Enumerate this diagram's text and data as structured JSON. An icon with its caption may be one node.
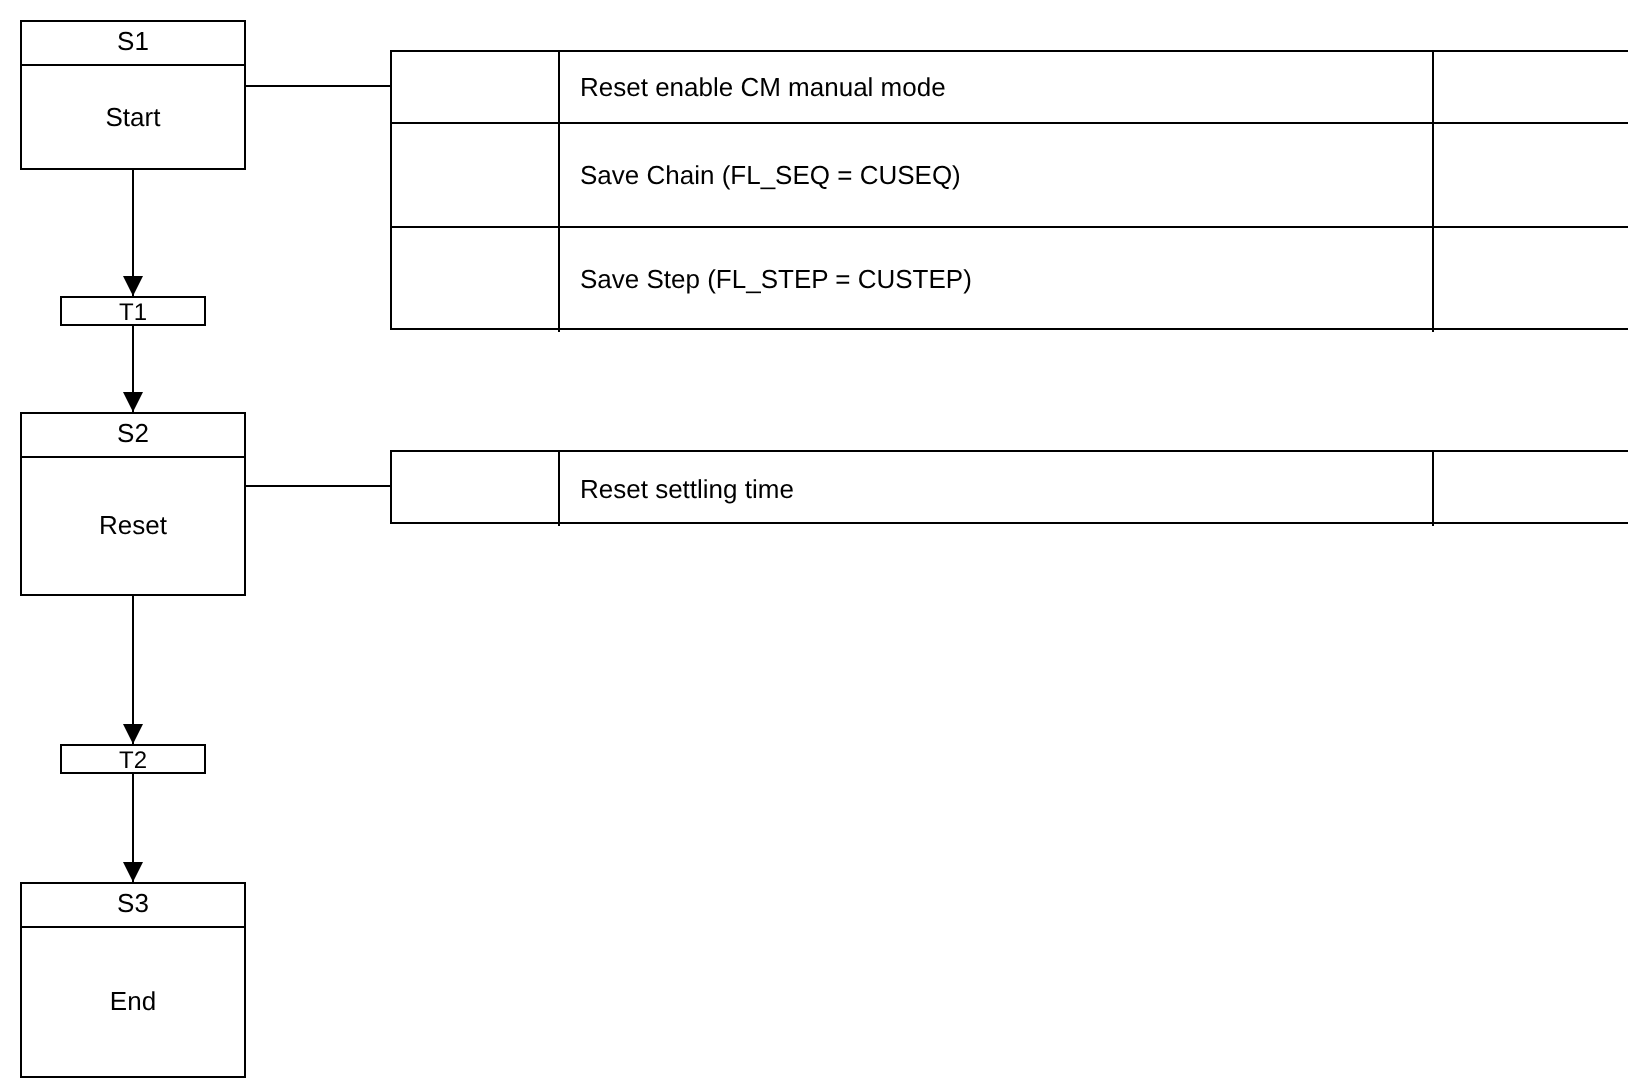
{
  "diagram": {
    "nodes": [
      {
        "text": [
          "S1",
          "Start"
        ]
      },
      {
        "text": [],
        "shape": "box"
      },
      {
        "text": [
          "Reset enable CM manual mode"
        ],
        "in": 1
      },
      {
        "text": [
          "Save Chain (FL_SEQ = CUSEQ)"
        ],
        "in": 1
      },
      {
        "text": [
          "Save Step (FL_STEP = CUSTEP)"
        ],
        "in": 1
      },
      {
        "text": [
          "T1"
        ]
      },
      {
        "text": [
          "S2",
          "Reset"
        ]
      },
      {
        "text": [],
        "shape": "box"
      },
      {
        "text": [
          "Reset settling time"
        ],
        "in": 7
      },
      {
        "text": [
          "T2"
        ]
      },
      {
        "text": [
          "S3",
          "End"
        ]
      }
    ],
    "edges": [
      {
        "from": 0,
        "to": 1,
        "arrow": "none"
      },
      {
        "from": 0,
        "to": 5,
        "arrow": "to"
      },
      {
        "from": 5,
        "to": 6,
        "arrow": "to"
      },
      {
        "from": 6,
        "to": 7,
        "arrow": "none"
      },
      {
        "from": 6,
        "to": 9,
        "arrow": "to"
      },
      {
        "from": 9,
        "to": 10,
        "arrow": "to"
      }
    ]
  }
}
